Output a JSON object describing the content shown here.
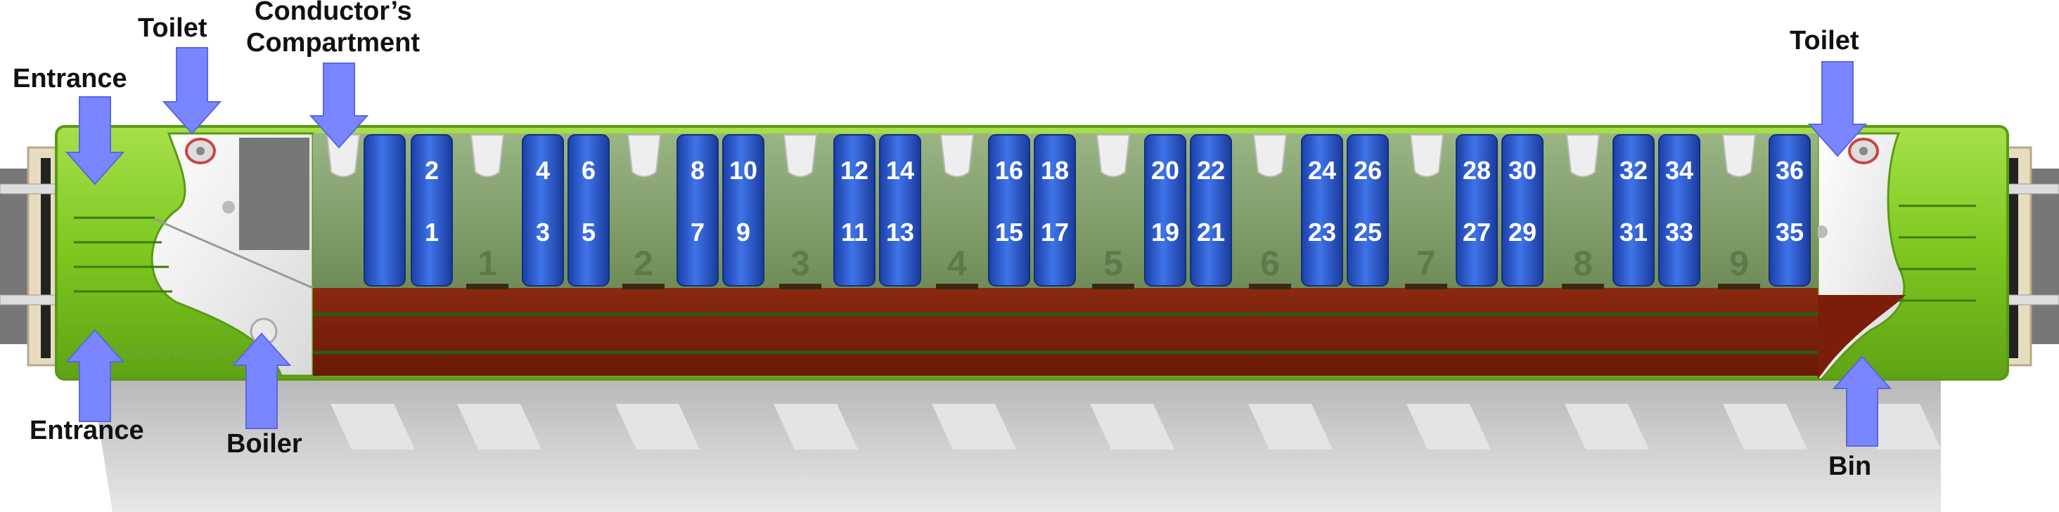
{
  "labels": {
    "entrance_top": "Entrance",
    "entrance_bottom": "Entrance",
    "toilet_left": "Toilet",
    "conductor_line1": "Conductor’s",
    "conductor_line2": "Compartment",
    "boiler": "Boiler",
    "toilet_right": "Toilet",
    "bin": "Bin"
  },
  "watermark": "rusmania.com",
  "compartments": [
    "1",
    "2",
    "3",
    "4",
    "5",
    "6",
    "7",
    "8",
    "9"
  ],
  "berths": {
    "upper": [
      "2",
      "4",
      "6",
      "8",
      "10",
      "12",
      "14",
      "16",
      "18",
      "20",
      "22",
      "24",
      "26",
      "28",
      "30",
      "32",
      "34",
      "36"
    ],
    "lower": [
      "1",
      "3",
      "5",
      "7",
      "9",
      "11",
      "13",
      "15",
      "17",
      "19",
      "21",
      "23",
      "25",
      "27",
      "29",
      "31",
      "33",
      "35"
    ]
  },
  "colors": {
    "car_body": "#7cc81f",
    "interior": "#8faa72",
    "berth": "#2a56c8",
    "arrow": "#7a86ff",
    "corridor": "#7a1e0a"
  }
}
